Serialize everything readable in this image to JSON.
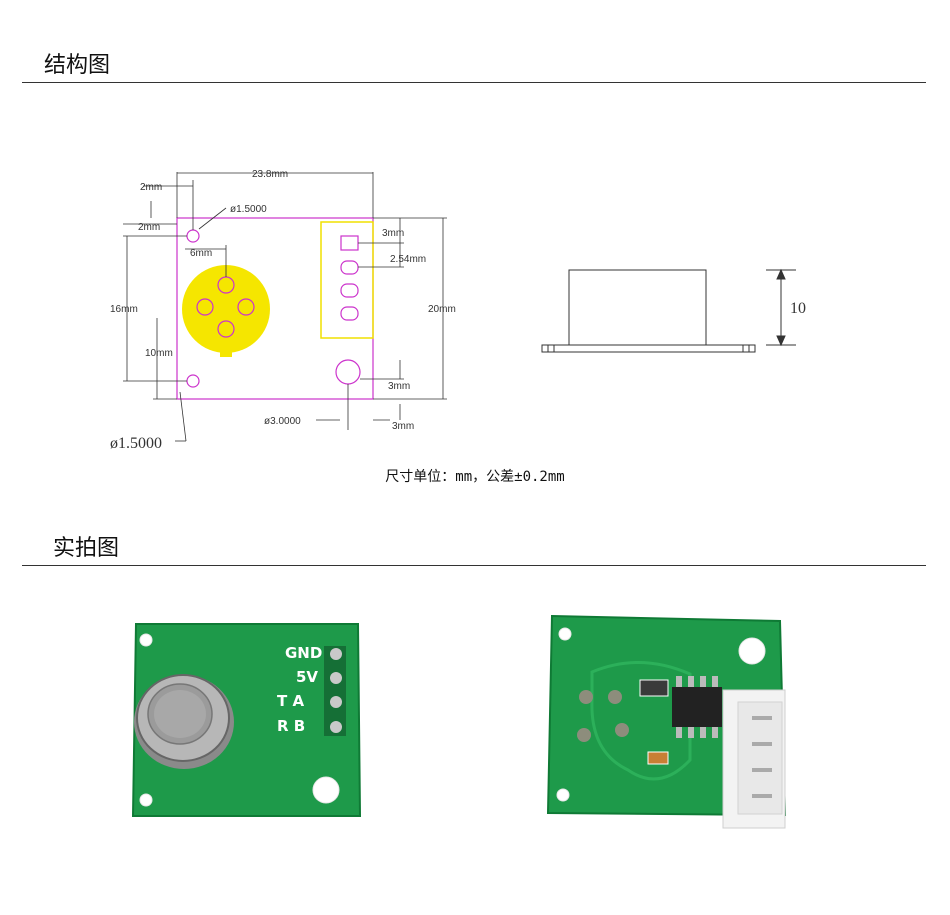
{
  "sections": {
    "structure_title": "结构图",
    "photo_title": "实拍图"
  },
  "caption": "尺寸单位：mm，公差±0.2mm",
  "drawing_labels": {
    "width": "23.8mm",
    "d_left": "2mm",
    "d_top": "2mm",
    "hole_small_top": "ø1.5000",
    "six": "6mm",
    "height16": "16mm",
    "ten": "10mm",
    "hole_small_bottom": "ø1.5000",
    "hole_big": "ø3.0000",
    "pin_pitch_3": "3mm",
    "pin_pitch_254": "2.54mm",
    "height20": "20mm",
    "right_3": "3mm",
    "bottom_3": "3mm",
    "side_height": "10"
  },
  "photo_front_pins": [
    "GND",
    "5V",
    "T A",
    "R B"
  ],
  "colors": {
    "outline": "#cc33cc",
    "sensor_fill": "#f5e600",
    "pcb_green": "#1e9a4a",
    "pcb_edge": "#0f7a35"
  }
}
